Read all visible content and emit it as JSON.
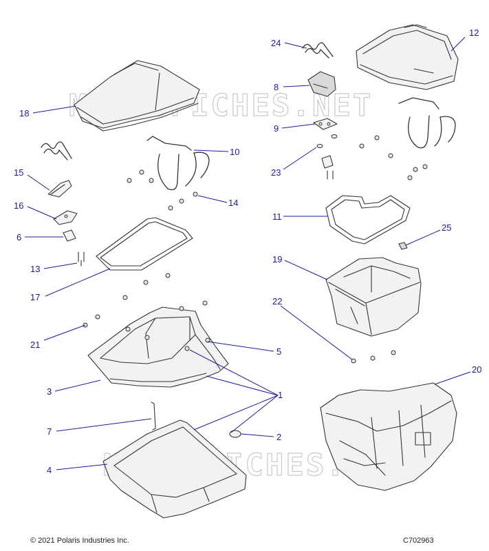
{
  "footer": {
    "copyright": "© 2021 Polaris Industries Inc.",
    "diagram_code": "C702963"
  },
  "watermark": {
    "text": "MICROFICHES.NET"
  },
  "callouts": [
    {
      "id": "1",
      "label": "1"
    },
    {
      "id": "2",
      "label": "2"
    },
    {
      "id": "3",
      "label": "3"
    },
    {
      "id": "4",
      "label": "4"
    },
    {
      "id": "5",
      "label": "5"
    },
    {
      "id": "6",
      "label": "6"
    },
    {
      "id": "7",
      "label": "7"
    },
    {
      "id": "8",
      "label": "8"
    },
    {
      "id": "9",
      "label": "9"
    },
    {
      "id": "10",
      "label": "10"
    },
    {
      "id": "11",
      "label": "11"
    },
    {
      "id": "12",
      "label": "12"
    },
    {
      "id": "13",
      "label": "13"
    },
    {
      "id": "14",
      "label": "14"
    },
    {
      "id": "15",
      "label": "15"
    },
    {
      "id": "16",
      "label": "16"
    },
    {
      "id": "17",
      "label": "17"
    },
    {
      "id": "18",
      "label": "18"
    },
    {
      "id": "19",
      "label": "19"
    },
    {
      "id": "20",
      "label": "20"
    },
    {
      "id": "21",
      "label": "21"
    },
    {
      "id": "22",
      "label": "22"
    },
    {
      "id": "23",
      "label": "23"
    },
    {
      "id": "24",
      "label": "24"
    },
    {
      "id": "25",
      "label": "25"
    }
  ],
  "colors": {
    "callout": "#1a1aa0",
    "part_outline": "#333333",
    "part_fill": "#f2f2f2"
  }
}
